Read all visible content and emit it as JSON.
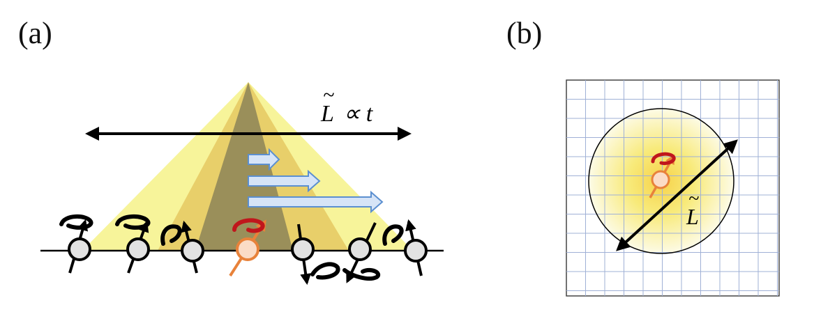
{
  "panel_a": {
    "label": "(a)",
    "scale_label_L": "L",
    "scale_label_tilde": "~",
    "scale_label_rest": "∝ t",
    "center_spin_color": "#e8823a",
    "center_arrow_color": "#c0161c",
    "cone_colors": [
      "#f7f49a",
      "#e8cf6a",
      "#9a8f5a"
    ]
  },
  "panel_b": {
    "label": "(b)",
    "length_label": "L",
    "length_label_tilde": "~",
    "grid_color": "#9fb0d6"
  }
}
